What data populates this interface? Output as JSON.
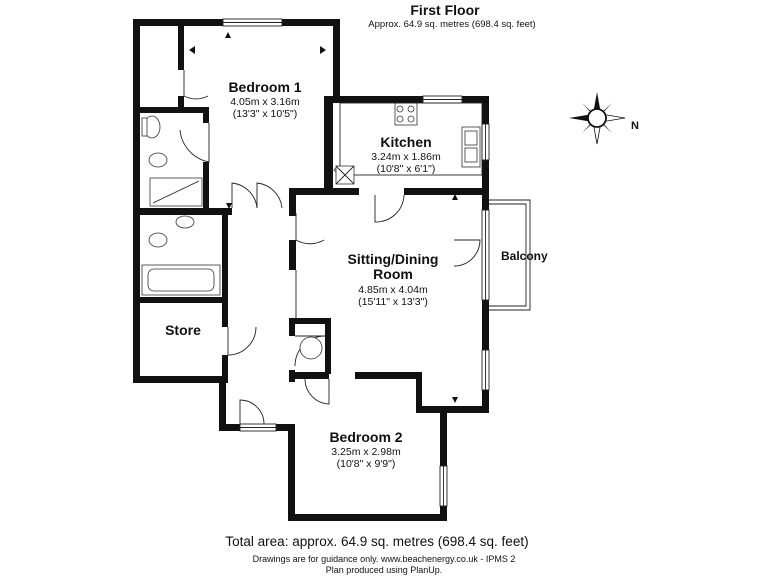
{
  "header": {
    "title": "First Floor",
    "subtitle": "Approx. 64.9 sq. metres (698.4 sq. feet)"
  },
  "rooms": {
    "bedroom1": {
      "name": "Bedroom 1",
      "metric": "4.05m x 3.16m",
      "imperial": "(13'3\" x 10'5\")"
    },
    "kitchen": {
      "name": "Kitchen",
      "metric": "3.24m x 1.86m",
      "imperial": "(10'8\" x 6'1\")"
    },
    "sitting": {
      "name_line1": "Sitting/Dining",
      "name_line2": "Room",
      "metric": "4.85m x 4.04m",
      "imperial": "(15'11\" x 13'3\")"
    },
    "balcony": {
      "name": "Balcony"
    },
    "store": {
      "name": "Store"
    },
    "bedroom2": {
      "name": "Bedroom 2",
      "metric": "3.25m x 2.98m",
      "imperial": "(10'8\" x 9'9\")"
    }
  },
  "compass": {
    "north_label": "N"
  },
  "footer": {
    "total": "Total area: approx. 64.9 sq. metres (698.4 sq. feet)",
    "note_line1": "Drawings are for guidance only. www.beachenergy.co.uk - IPMS 2",
    "note_line2": "Plan produced using PlanUp."
  }
}
